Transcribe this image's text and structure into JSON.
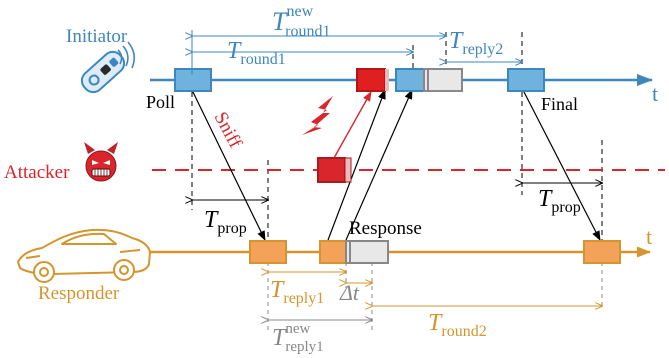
{
  "actors": {
    "initiator": "Initiator",
    "attacker": "Attacker",
    "responder": "Responder"
  },
  "labels": {
    "poll": "Poll",
    "final": "Final",
    "response": "Response",
    "sniff": "Sniff",
    "time_axis_initiator": "t",
    "time_axis_responder": "t"
  },
  "intervals": {
    "t_round1_new": {
      "base": "T",
      "sup": "new",
      "sub": "round1"
    },
    "t_round1": {
      "base": "T",
      "sub": "round1"
    },
    "t_reply2": {
      "base": "T",
      "sub": "reply2"
    },
    "t_prop_left": {
      "base": "T",
      "sub": "prop"
    },
    "t_prop_right": {
      "base": "T",
      "sub": "prop"
    },
    "t_reply1": {
      "base": "T",
      "sub": "reply1"
    },
    "delta_t": "Δt",
    "t_reply1_new": {
      "base": "T",
      "sup": "new",
      "sub": "reply1"
    },
    "t_round2": {
      "base": "T",
      "sub": "round2"
    }
  },
  "colors": {
    "initiator": "#3f86bd",
    "initiator_box": "#6fb2dd",
    "attacker": "#d9252b",
    "responder": "#d4952e",
    "responder_box": "#f4a15a",
    "gray_box": "#e6e6e6",
    "dim": "#8c8c8c"
  },
  "icons": [
    "car-key-fob-icon",
    "devil-face-icon",
    "sports-car-icon"
  ]
}
